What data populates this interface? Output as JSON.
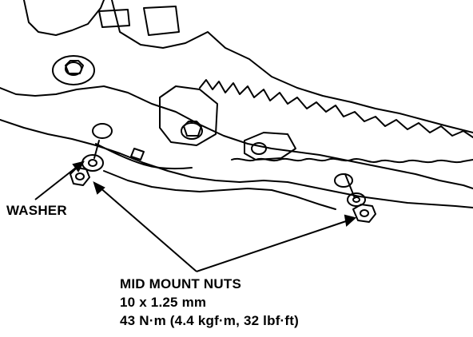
{
  "diagram": {
    "labels": {
      "washer": "WASHER",
      "part_name": "MID MOUNT NUTS",
      "thread_size": "10 x 1.25 mm",
      "torque": "43 N·m (4.4 kgf·m, 32 lbf·ft)"
    },
    "colors": {
      "ink": "#000000",
      "paper": "#ffffff"
    },
    "icons": [
      "washer-icon",
      "nut-icon",
      "arrow-icon"
    ]
  }
}
